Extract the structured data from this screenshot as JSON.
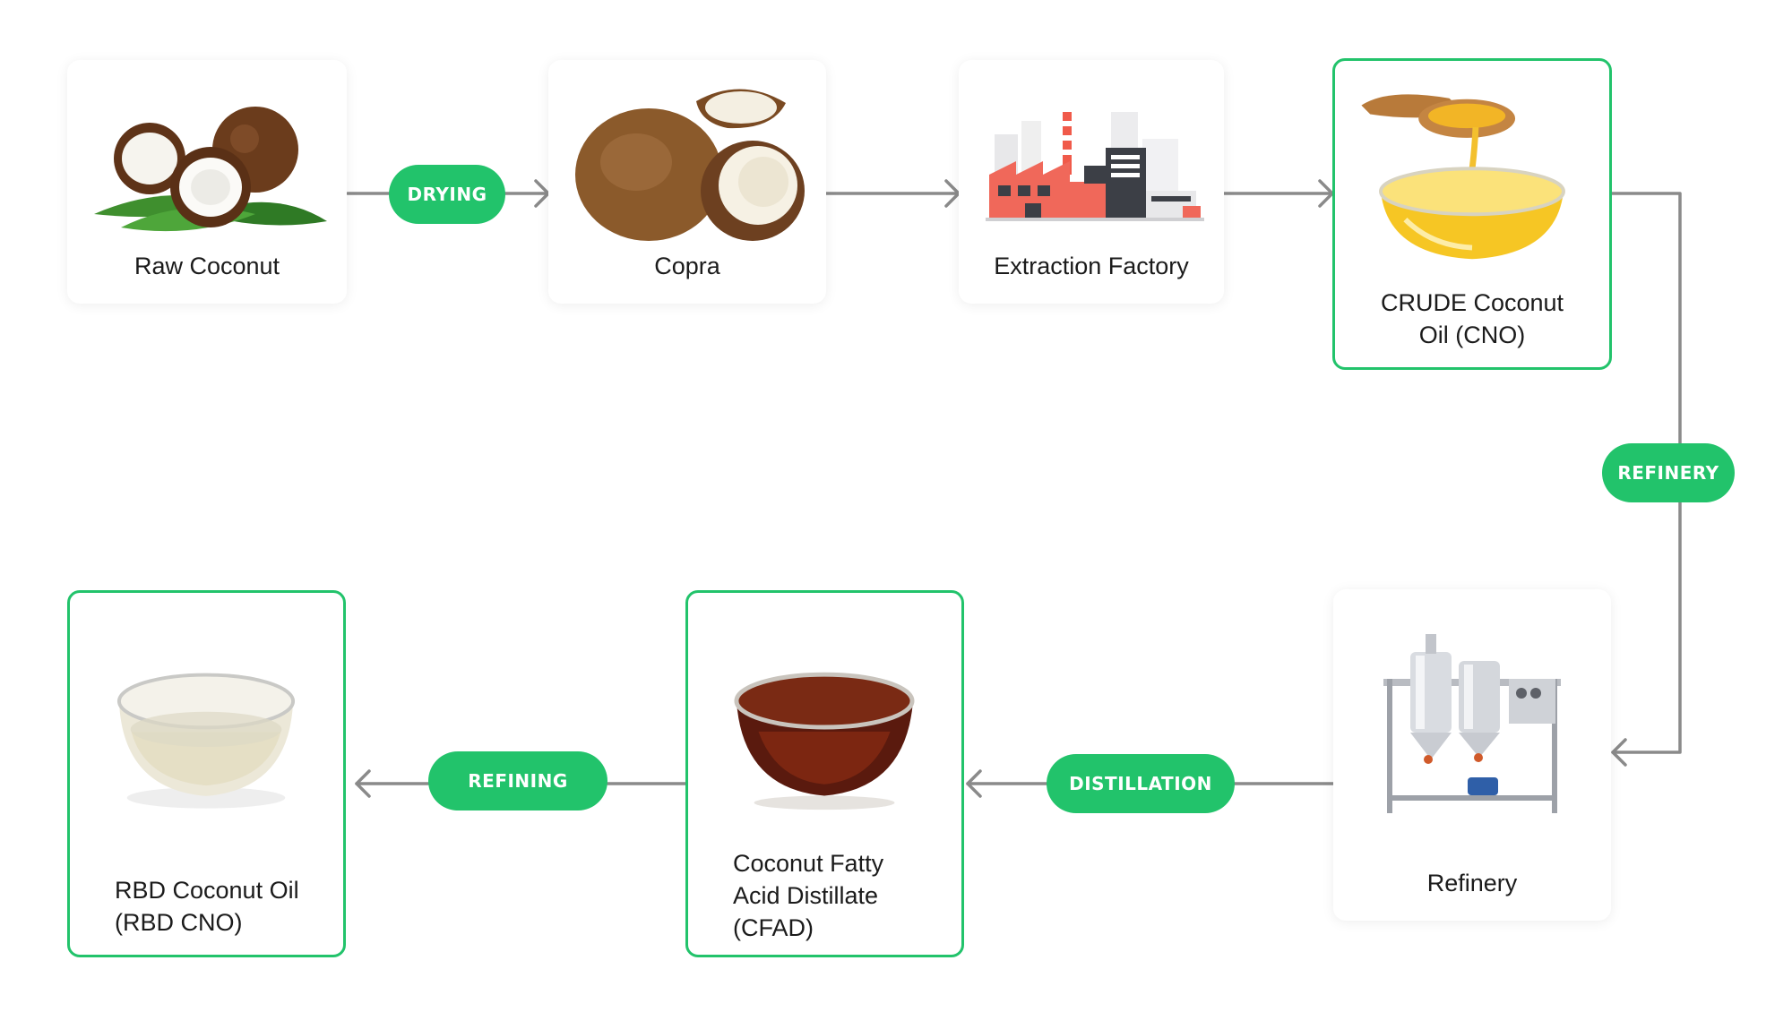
{
  "theme": {
    "accent": "#22c36b",
    "arrow": "#8a8a8a",
    "text": "#1b1b1b"
  },
  "nodes": {
    "raw_coconut": {
      "label": "Raw Coconut",
      "icon": "coconut-icon"
    },
    "copra": {
      "label": "Copra",
      "icon": "copra-icon"
    },
    "extraction_factory": {
      "label": "Extraction Factory",
      "icon": "factory-icon"
    },
    "crude_oil": {
      "line1": "CRUDE Coconut",
      "line2": "Oil (CNO)",
      "icon": "oil-spoon-bowl-icon"
    },
    "refinery": {
      "label": "Refinery",
      "icon": "refinery-machine-icon"
    },
    "cfad": {
      "line1": "Coconut Fatty",
      "line2": "Acid Distillate",
      "line3": "(CFAD)",
      "icon": "dark-oil-bowl-icon"
    },
    "rbd": {
      "line1": "RBD Coconut Oil",
      "line2": "(RBD CNO)",
      "icon": "clear-oil-bowl-icon"
    }
  },
  "steps": {
    "drying": "DRYING",
    "refinery": "REFINERY",
    "distillation": "DISTILLATION",
    "refining": "REFINING"
  }
}
